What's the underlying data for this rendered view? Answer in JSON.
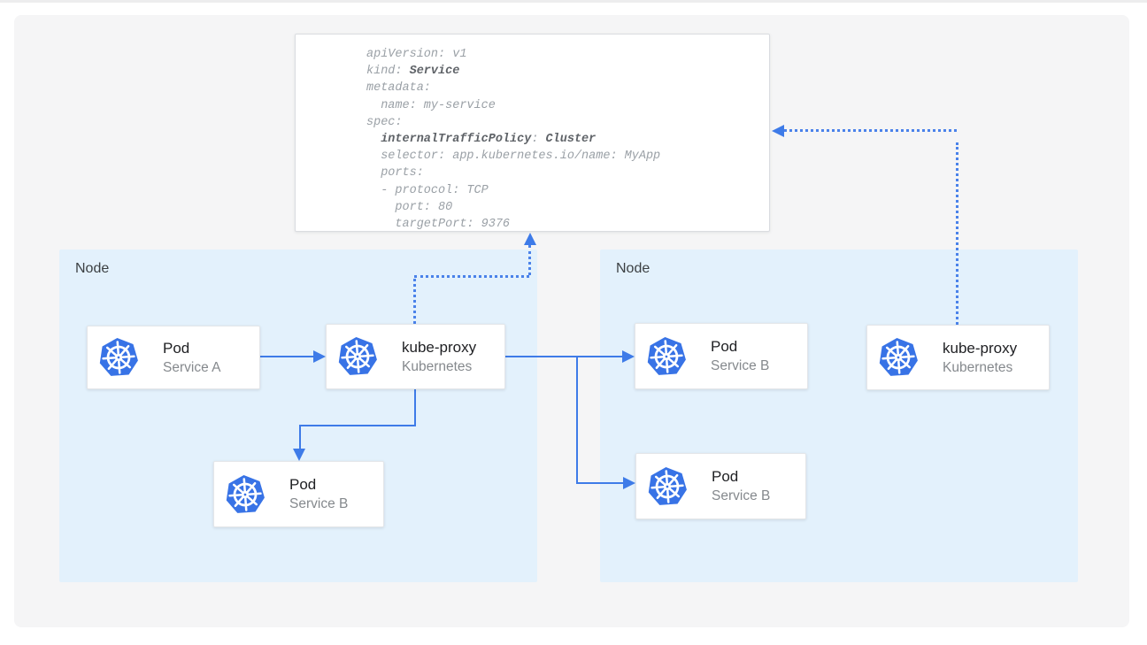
{
  "nodes": [
    {
      "label": "Node"
    },
    {
      "label": "Node"
    }
  ],
  "yaml_card": {
    "lines": [
      [
        {
          "text": "apiVersion: v1"
        }
      ],
      [
        {
          "text": "kind: "
        },
        {
          "text": "Service",
          "bold": true
        }
      ],
      [
        {
          "text": "metadata:"
        }
      ],
      [
        {
          "text": "  name: my-service"
        }
      ],
      [
        {
          "text": "spec:"
        }
      ],
      [
        {
          "text": "  "
        },
        {
          "text": "internalTrafficPolicy",
          "bold": true
        },
        {
          "text": ": "
        },
        {
          "text": "Cluster",
          "bold": true
        }
      ],
      [
        {
          "text": "  selector: app.kubernetes.io/name: MyApp"
        }
      ],
      [
        {
          "text": "  ports:"
        }
      ],
      [
        {
          "text": "  - protocol: TCP"
        }
      ],
      [
        {
          "text": "    port: 80"
        }
      ],
      [
        {
          "text": "    targetPort: 9376"
        }
      ]
    ]
  },
  "cards": [
    {
      "title": "Pod",
      "subtitle": "Service A"
    },
    {
      "title": "kube-proxy",
      "subtitle": "Kubernetes"
    },
    {
      "title": "Pod",
      "subtitle": "Service B"
    },
    {
      "title": "Pod",
      "subtitle": "Service B"
    },
    {
      "title": "Pod",
      "subtitle": "Service B"
    },
    {
      "title": "kube-proxy",
      "subtitle": "Kubernetes"
    }
  ],
  "colors": {
    "node_fill": "#e3f1fc",
    "arrow_blue": "#3e7be8",
    "kubernetes_blue": "#3873e6",
    "panel_gray": "#f5f5f6",
    "code_gray": "#9aa0a6",
    "code_bold_gray": "#5f6368"
  }
}
